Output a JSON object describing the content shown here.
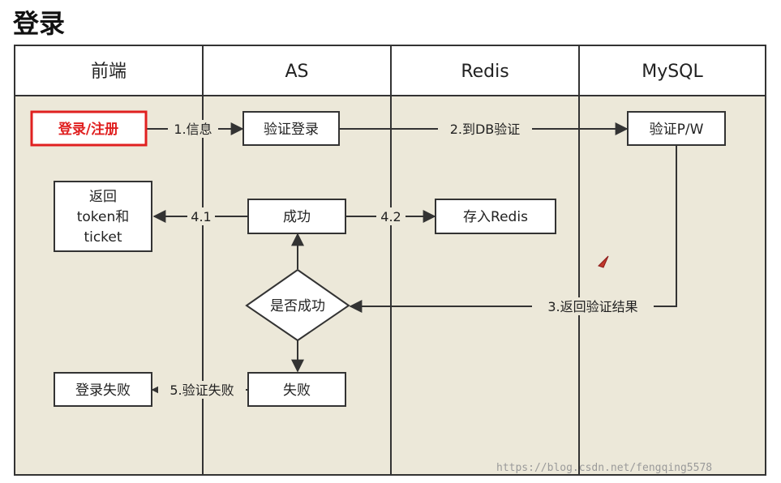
{
  "page_title": "登录",
  "lanes": [
    "前端",
    "AS",
    "Redis",
    "MySQL"
  ],
  "nodes": {
    "login_register": "登录/注册",
    "verify_login": "验证登录",
    "verify_pw": "验证P/W",
    "return_token": [
      "返回",
      "token和",
      "ticket"
    ],
    "success": "成功",
    "store_redis": "存入Redis",
    "is_success": "是否成功",
    "login_failed": "登录失败",
    "failure": "失败"
  },
  "edges": {
    "info": "1.信息",
    "to_db": "2.到DB验证",
    "return_result": "3.返回验证结果",
    "e41": "4.1",
    "e42": "4.2",
    "verify_fail": "5.验证失败"
  },
  "watermark": "https://blog.csdn.net/fengqing5578",
  "colors": {
    "lane_bg": "#ece8d9",
    "header_bg": "#ffffff",
    "border": "#333333",
    "highlight_border": "#e02020"
  }
}
